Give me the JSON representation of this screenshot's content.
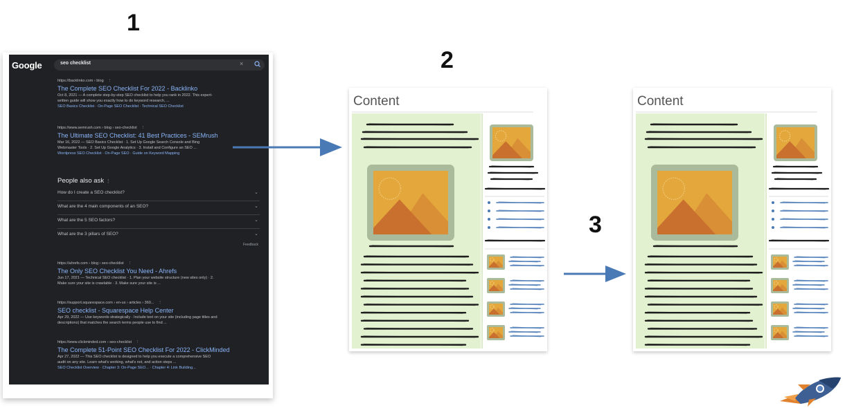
{
  "steps": [
    "1",
    "2",
    "3"
  ],
  "serp": {
    "logo": "Google",
    "query": "seo checklist",
    "clear_icon": "close-icon",
    "search_icon": "search-icon",
    "results_top": [
      {
        "url": "https://backlinko.com › blog",
        "title": "The Complete SEO Checklist For 2022 - Backlinko",
        "snippet_1": "Oct 8, 2021 — A complete step-by-step SEO checklist to help you rank in 2022. This expert-",
        "snippet_2": "written guide will show you exactly how to do keyword research, ...",
        "links": "SEO Basics Checklist · On-Page SEO Checklist · Technical SEO Checklist"
      },
      {
        "url": "https://www.semrush.com › blog › seo-checklist",
        "title": "The Ultimate SEO Checklist: 41 Best Practices - SEMrush",
        "snippet_1": "Mar 16, 2022 — SEO Basics Checklist · 1. Set Up Google Search Console and Bing",
        "snippet_2": "Webmaster Tools · 2. Set Up Google Analytics · 3. Install and Configure an SEO ...",
        "links": "Wordpress SEO Checklist · On-Page SEO · Guide on Keyword Mapping"
      }
    ],
    "people_also_ask": {
      "heading": "People also ask",
      "questions": [
        "How do I create a SEO checklist?",
        "What are the 4 main components of an SEO?",
        "What are the 5 SEO factors?",
        "What are the 3 pillars of SEO?"
      ],
      "feedback": "Feedback"
    },
    "results_bottom": [
      {
        "url": "https://ahrefs.com › blog › seo-checklist",
        "title": "The Only SEO Checklist You Need - Ahrefs",
        "snippet_1": "Jun 17, 2021 — Technical SEO checklist · 1. Plan your website structure (new sites only) · 2.",
        "snippet_2": "Make sure your site is crawlable · 3. Make sure your site is ..."
      },
      {
        "url": "https://support.squarespace.com › en-us › articles › 360...",
        "title": "SEO checklist - Squarespace Help Center",
        "snippet_1": "Apr 29, 2022 — Use keywords strategically · Include text on your site (including page titles and",
        "snippet_2": "descriptions) that matches the search terms people use to find ..."
      },
      {
        "url": "https://www.clickminded.com › seo-checklist",
        "title": "The Complete 51-Point SEO Checklist For 2022 - ClickMinded",
        "snippet_1": "Apr 27, 2022 — This SEO checklist is designed to help you execute a comprehensive SEO",
        "snippet_2": "audit on any site. Learn what's working, what's not, and action steps ...",
        "links": "SEO Checklist Overview · Chapter 3: On-Page SEO... · Chapter 4: Link Building..."
      }
    ]
  },
  "wireframes": [
    {
      "title": "Content"
    },
    {
      "title": "Content"
    }
  ],
  "colors": {
    "arrow": "#4a7ab5",
    "content_bg": "#e2f1cf",
    "image_frame": "#a9bb9b",
    "image_sky": "#e3a73c",
    "image_mountain": "#c9702f",
    "text_scribble": "#1e1e1e",
    "link_scribble": "#4a7ab5",
    "serp_bg": "#202124",
    "serp_link": "#8ab4f8"
  },
  "logo_icon": "rocket-icon"
}
